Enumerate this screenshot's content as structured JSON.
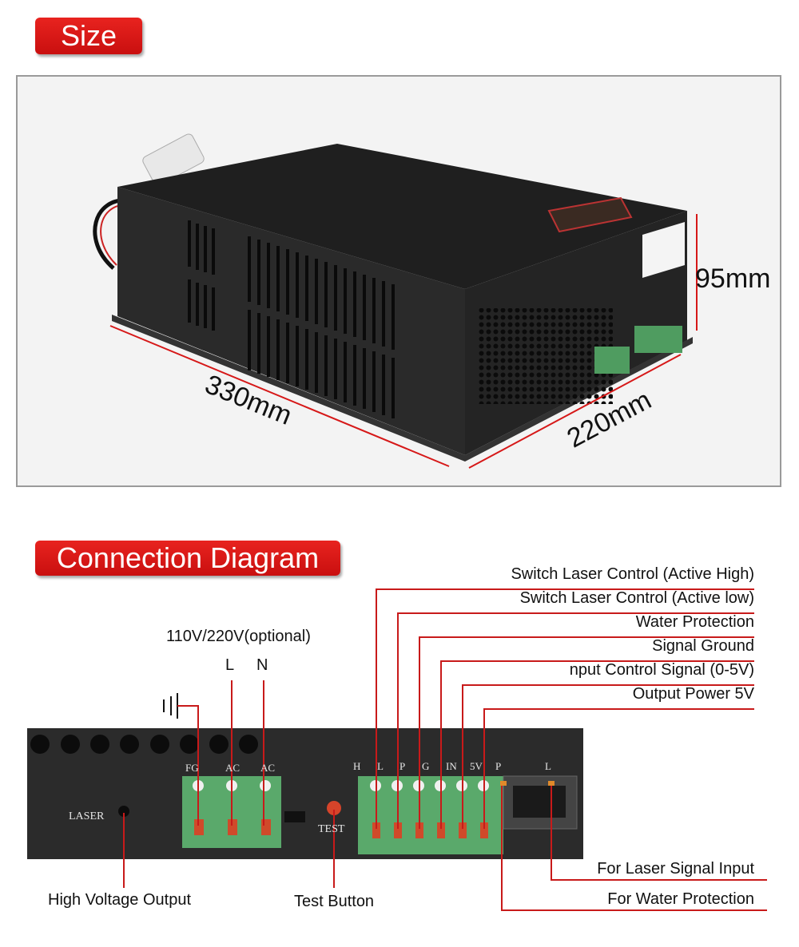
{
  "size_section": {
    "title": "Size",
    "dimensions": {
      "length": "330mm",
      "width": "220mm",
      "height": "95mm"
    }
  },
  "connection_section": {
    "title": "Connection Diagram",
    "voltage_label": "110V/220V(optional)",
    "live_label": "L",
    "neutral_label": "N",
    "signal_labels": [
      "Switch Laser Control (Active High)",
      "Switch Laser Control (Active low)",
      "Water Protection",
      "Signal Ground",
      "nput Control Signal (0-5V)",
      "Output Power 5V"
    ],
    "bottom_labels": {
      "high_voltage": "High Voltage Output",
      "test_button": "Test Button",
      "laser_signal_input": "For Laser Signal Input",
      "water_protection": "For Water Protection"
    },
    "panel_text": {
      "laser": "LASER",
      "test": "TEST",
      "fg": "FG",
      "ac1": "AC",
      "ac2": "AC",
      "h": "H",
      "l": "L",
      "p": "P",
      "g": "G",
      "in": "IN",
      "v5": "5V",
      "p2": "P",
      "l2": "L"
    }
  },
  "colors": {
    "accent_red": "#d61818",
    "leader_line": "#c81a1a",
    "terminal_green": "#5aa96b",
    "panel_dark": "#2b2b2b"
  }
}
